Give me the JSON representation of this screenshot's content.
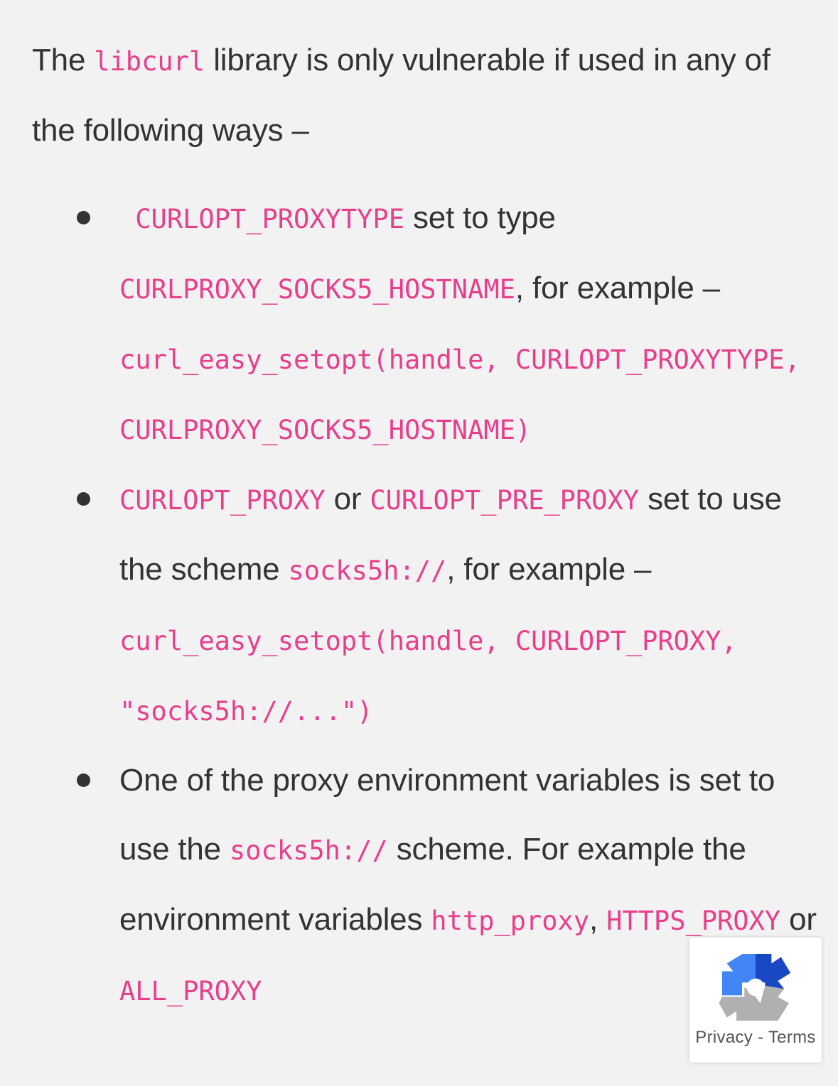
{
  "page": {
    "background_color": "#f2f2f2",
    "text_color": "#333333",
    "code_color": "#e83e8c"
  },
  "lead": {
    "part1": "The ",
    "code1": "libcurl",
    "part2": " library is only vulnerable if used in any of the following ways –"
  },
  "bullets": [
    {
      "id": "bullet-proxytype",
      "segments": [
        {
          "type": "code",
          "text": " CURLOPT_PROXYTYPE"
        },
        {
          "type": "text",
          "text": " set to type "
        },
        {
          "type": "code",
          "text": "CURLPROXY_SOCKS5_HOSTNAME"
        },
        {
          "type": "text",
          "text": ", for example – "
        },
        {
          "type": "code",
          "text": "curl_easy_setopt(handle, CURLOPT_PROXYTYPE, CURLPROXY_SOCKS5_HOSTNAME)"
        }
      ]
    },
    {
      "id": "bullet-proxy-scheme",
      "segments": [
        {
          "type": "code",
          "text": "CURLOPT_PROXY"
        },
        {
          "type": "text",
          "text": " or "
        },
        {
          "type": "code",
          "text": "CURLOPT_PRE_PROXY"
        },
        {
          "type": "text",
          "text": " set to use the scheme "
        },
        {
          "type": "code",
          "text": "socks5h://"
        },
        {
          "type": "text",
          "text": ", for example – "
        },
        {
          "type": "code",
          "text": "curl_easy_setopt(handle, CURLOPT_PROXY, \"socks5h://...\")"
        }
      ]
    },
    {
      "id": "bullet-env-vars",
      "segments": [
        {
          "type": "text",
          "text": "One of the proxy environment variables is set to use the "
        },
        {
          "type": "code",
          "text": "socks5h://"
        },
        {
          "type": "text",
          "text": " scheme. For example the environment variables "
        },
        {
          "type": "code",
          "text": "http_proxy"
        },
        {
          "type": "text",
          "text": ", "
        },
        {
          "type": "code",
          "text": "HTTPS_PROXY"
        },
        {
          "type": "text",
          "text": " or "
        },
        {
          "type": "code",
          "text": "ALL_PROXY"
        }
      ]
    }
  ],
  "recaptcha": {
    "privacy_label": "Privacy",
    "separator": "-",
    "terms_label": "Terms",
    "full_text": "Privacy - Terms",
    "logo_colors": {
      "light_blue": "#4285f4",
      "dark_blue": "#1a47c4",
      "gray": "#b0b0b0"
    }
  }
}
